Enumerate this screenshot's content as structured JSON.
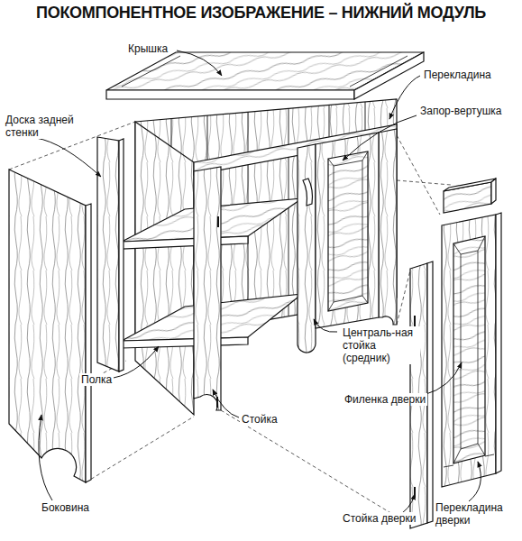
{
  "diagram": {
    "title": "ПОКОМПОНЕНТНОЕ ИЗОБРАЖЕНИЕ – НИЖНИЙ МОДУЛЬ",
    "labels": [
      "Крышка",
      "Перекладина",
      "Доска задней стенки",
      "Запор-вертушка",
      "Централь-ная стойка (средник)",
      "Полка",
      "Стойка",
      "Филенка дверки",
      "Боковина",
      "Стойка дверки",
      "Перекладина дверки"
    ]
  }
}
